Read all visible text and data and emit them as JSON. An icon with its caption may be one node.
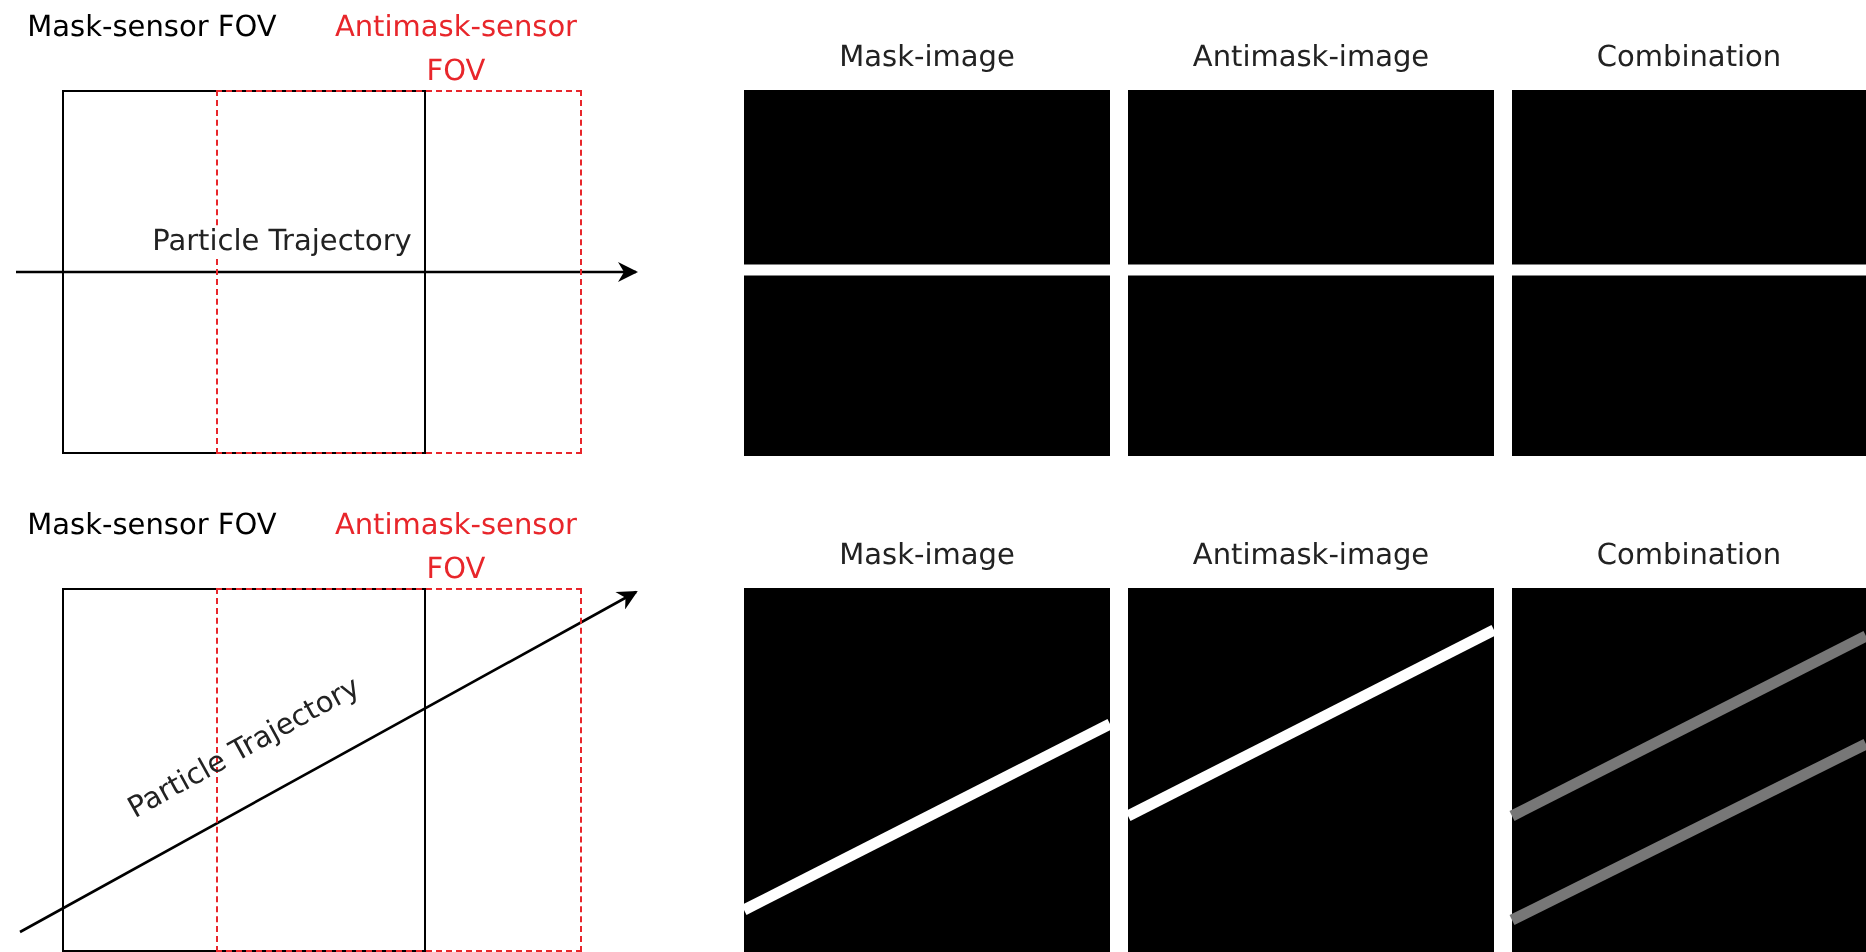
{
  "diagram": {
    "nodes": [
      {
        "text": [
          "Mask-sensor FOV"
        ]
      },
      {
        "text": [
          "Antimask-sensor FOV"
        ]
      },
      {
        "text": [
          "Mask-image"
        ]
      },
      {
        "text": [
          "Antimask-image"
        ]
      },
      {
        "text": [
          "Combination"
        ]
      },
      {
        "text": [
          "Mask-sensor FOV"
        ]
      },
      {
        "text": [
          "Antimask-sensor FOV"
        ]
      },
      {
        "text": [
          "Mask-image"
        ]
      },
      {
        "text": [
          "Antimask-image"
        ]
      },
      {
        "text": [
          "Combination"
        ]
      }
    ],
    "labels": [
      "Particle Trajectory",
      "Particle Trajectory"
    ]
  }
}
